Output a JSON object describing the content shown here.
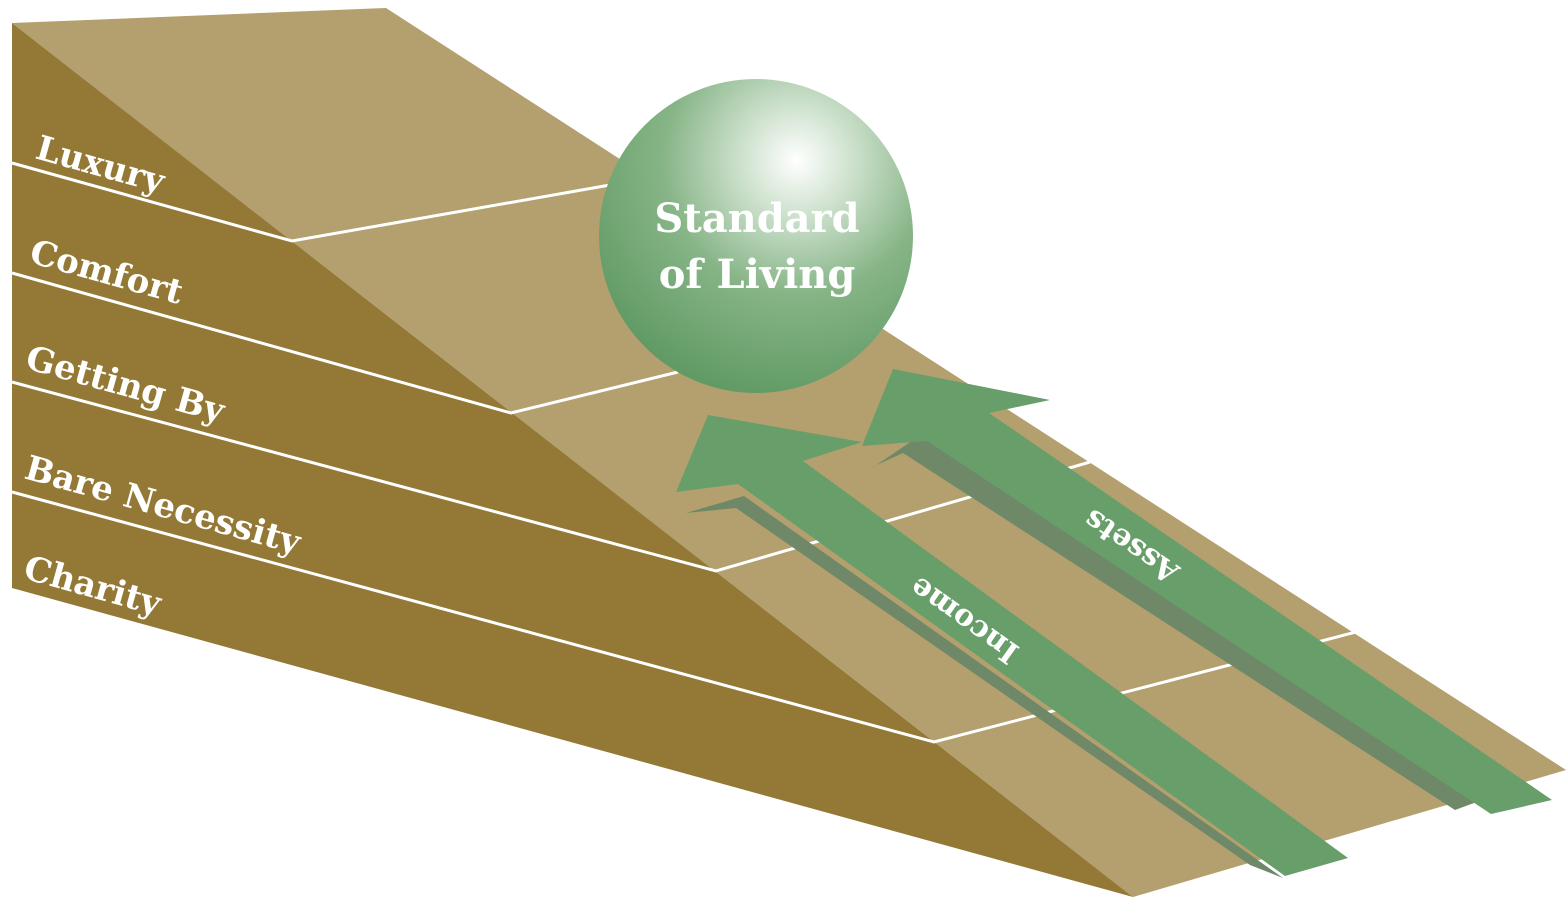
{
  "tiers": [
    {
      "label": "Luxury"
    },
    {
      "label": "Comfort"
    },
    {
      "label": "Getting By"
    },
    {
      "label": "Bare Necessity"
    },
    {
      "label": "Charity"
    }
  ],
  "ball": {
    "line1": "Standard",
    "line2": "of Living"
  },
  "arrows": {
    "income": "Income",
    "assets": "Assets"
  },
  "colors": {
    "side": "#937935",
    "slope": "#b3a06e",
    "ball": "#679e69",
    "arrow": "#679e69",
    "arrow_shadow": "#6f8868",
    "line": "#ffffff"
  }
}
